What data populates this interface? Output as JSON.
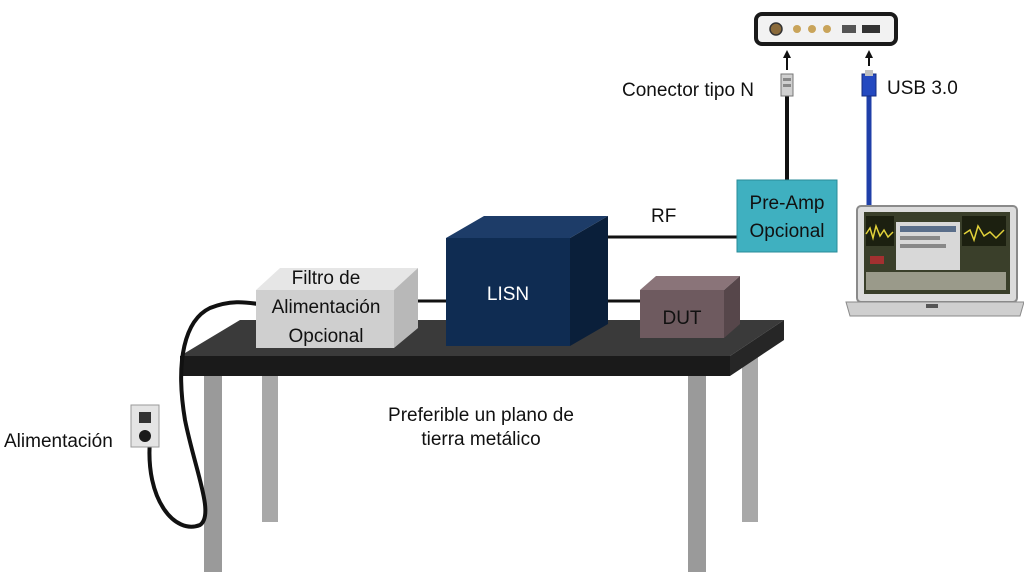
{
  "labels": {
    "connector": "Conector tipo N",
    "usb": "USB 3.0",
    "rf": "RF",
    "preamp_line1": "Pre-Amp",
    "preamp_line2": "Opcional",
    "filter_line1": "Filtro de",
    "filter_line2": "Alimentación",
    "filter_line3": "Opcional",
    "lisn": "LISN",
    "dut": "DUT",
    "ground_line1": "Preferible un plano de",
    "ground_line2": "tierra  metálico",
    "power": "Alimentación"
  },
  "colors": {
    "lisn": "#0f2c52",
    "preamp": "#3fb0c0",
    "dut": "#6e5a5f",
    "filter": "#cfcfcf",
    "usb_cable": "#1f3fa8",
    "table_top": "#2f2f2f",
    "table_leg": "#9a9a9a"
  },
  "icons": {
    "scope": "usb-oscilloscope-icon",
    "laptop": "laptop-icon",
    "outlet": "power-outlet-icon",
    "n_connector": "n-connector-icon",
    "usb_connector": "usb-connector-icon"
  }
}
